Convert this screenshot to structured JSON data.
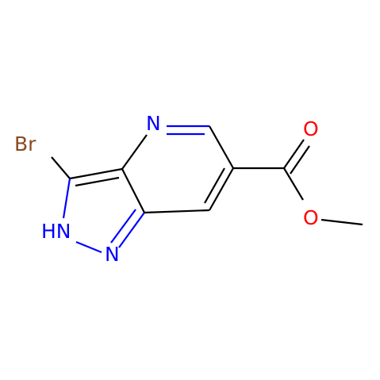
{
  "molecule": {
    "atoms": {
      "br": {
        "label": "Br",
        "color": "#8a4a1f"
      },
      "nh": {
        "label": "HN",
        "color": "#0000ff"
      },
      "n_pyrazole": {
        "label": "N",
        "color": "#0000ff"
      },
      "n_pyridine": {
        "label": "N",
        "color": "#0000ff"
      },
      "o_carbonyl": {
        "label": "O",
        "color": "#ff0000"
      },
      "o_ester": {
        "label": "O",
        "color": "#ff0000"
      }
    },
    "bond_color": "#000000"
  }
}
